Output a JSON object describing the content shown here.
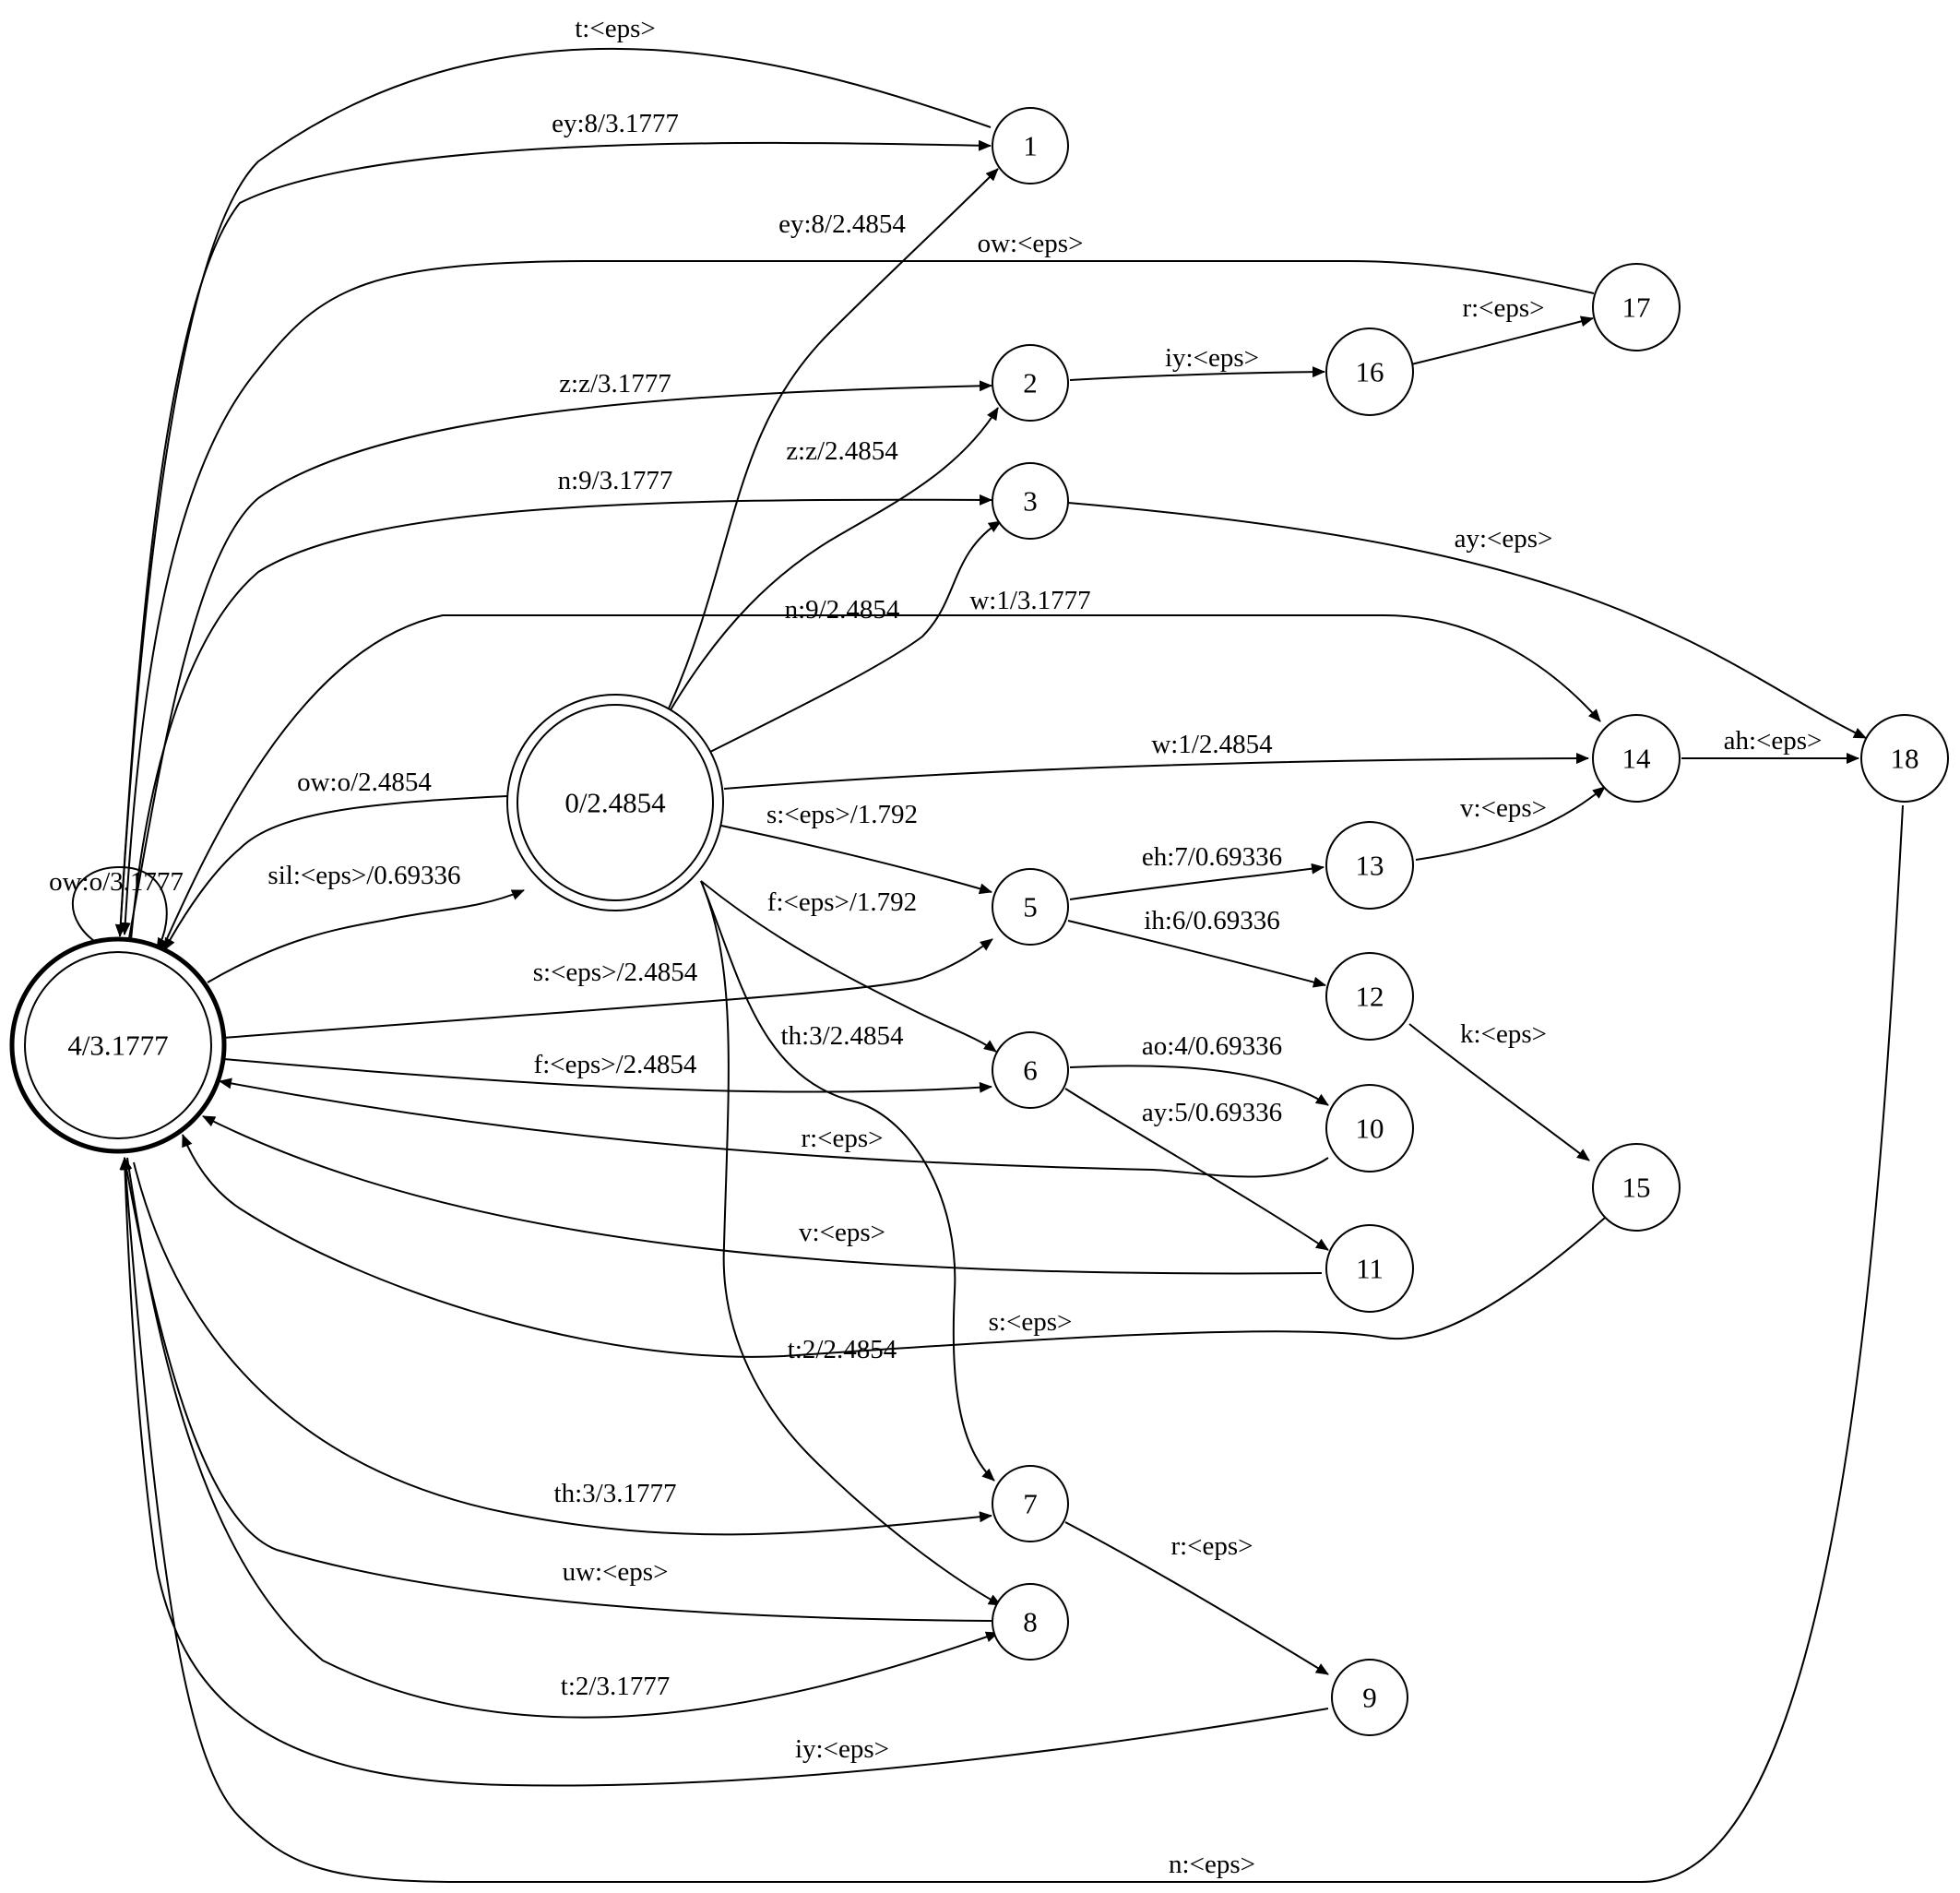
{
  "nodes": [
    {
      "id": "n4",
      "label": "4/3.1777",
      "final": true,
      "start": true
    },
    {
      "id": "n0",
      "label": "0/2.4854",
      "final": true
    },
    {
      "id": "n1",
      "label": "1"
    },
    {
      "id": "n2",
      "label": "2"
    },
    {
      "id": "n3",
      "label": "3"
    },
    {
      "id": "n5",
      "label": "5"
    },
    {
      "id": "n6",
      "label": "6"
    },
    {
      "id": "n7",
      "label": "7"
    },
    {
      "id": "n8",
      "label": "8"
    },
    {
      "id": "n9",
      "label": "9"
    },
    {
      "id": "n10",
      "label": "10"
    },
    {
      "id": "n11",
      "label": "11"
    },
    {
      "id": "n12",
      "label": "12"
    },
    {
      "id": "n13",
      "label": "13"
    },
    {
      "id": "n14",
      "label": "14"
    },
    {
      "id": "n15",
      "label": "15"
    },
    {
      "id": "n16",
      "label": "16"
    },
    {
      "id": "n17",
      "label": "17"
    },
    {
      "id": "n18",
      "label": "18"
    }
  ],
  "edges": [
    {
      "id": "e1_4",
      "from": "n1",
      "to": "n4",
      "label": "t:<eps>"
    },
    {
      "id": "e4_1",
      "from": "n4",
      "to": "n1",
      "label": "ey:8/3.1777"
    },
    {
      "id": "e0_1",
      "from": "n0",
      "to": "n1",
      "label": "ey:8/2.4854"
    },
    {
      "id": "e17_4",
      "from": "n17",
      "to": "n4",
      "label": "ow:<eps>"
    },
    {
      "id": "e16_17",
      "from": "n16",
      "to": "n17",
      "label": "r:<eps>"
    },
    {
      "id": "e2_16",
      "from": "n2",
      "to": "n16",
      "label": "iy:<eps>"
    },
    {
      "id": "e4_2",
      "from": "n4",
      "to": "n2",
      "label": "z:z/3.1777"
    },
    {
      "id": "e0_2",
      "from": "n0",
      "to": "n2",
      "label": "z:z/2.4854"
    },
    {
      "id": "e4_3",
      "from": "n4",
      "to": "n3",
      "label": "n:9/3.1777"
    },
    {
      "id": "e3_18",
      "from": "n3",
      "to": "n18",
      "label": "ay:<eps>"
    },
    {
      "id": "e0_3",
      "from": "n0",
      "to": "n3",
      "label": "n:9/2.4854"
    },
    {
      "id": "e4_14",
      "from": "n4",
      "to": "n14",
      "label": "w:1/3.1777"
    },
    {
      "id": "e0_14",
      "from": "n0",
      "to": "n14",
      "label": "w:1/2.4854"
    },
    {
      "id": "e14_18",
      "from": "n14",
      "to": "n18",
      "label": "ah:<eps>"
    },
    {
      "id": "e13_14",
      "from": "n13",
      "to": "n14",
      "label": "v:<eps>"
    },
    {
      "id": "e0_4",
      "from": "n0",
      "to": "n4",
      "label": "ow:o/2.4854"
    },
    {
      "id": "e0_5",
      "from": "n0",
      "to": "n5",
      "label": "s:<eps>/1.792"
    },
    {
      "id": "e5_13",
      "from": "n5",
      "to": "n13",
      "label": "eh:7/0.69336"
    },
    {
      "id": "e4_4",
      "from": "n4",
      "to": "n4",
      "label": "ow:o/3.1777"
    },
    {
      "id": "e4_0",
      "from": "n4",
      "to": "n0",
      "label": "sil:<eps>/0.69336"
    },
    {
      "id": "e0_6",
      "from": "n0",
      "to": "n6",
      "label": "f:<eps>/1.792"
    },
    {
      "id": "e5_12",
      "from": "n5",
      "to": "n12",
      "label": "ih:6/0.69336"
    },
    {
      "id": "e4_5",
      "from": "n4",
      "to": "n5",
      "label": "s:<eps>/2.4854"
    },
    {
      "id": "e12_15",
      "from": "n12",
      "to": "n15",
      "label": "k:<eps>"
    },
    {
      "id": "e0_7",
      "from": "n0",
      "to": "n7",
      "label": "th:3/2.4854"
    },
    {
      "id": "e6_10",
      "from": "n6",
      "to": "n10",
      "label": "ao:4/0.69336"
    },
    {
      "id": "e4_6",
      "from": "n4",
      "to": "n6",
      "label": "f:<eps>/2.4854"
    },
    {
      "id": "e6_11",
      "from": "n6",
      "to": "n11",
      "label": "ay:5/0.69336"
    },
    {
      "id": "e10_4",
      "from": "n10",
      "to": "n4",
      "label": "r:<eps>"
    },
    {
      "id": "e11_4",
      "from": "n11",
      "to": "n4",
      "label": "v:<eps>"
    },
    {
      "id": "e15_4",
      "from": "n15",
      "to": "n4",
      "label": "s:<eps>"
    },
    {
      "id": "e0_8",
      "from": "n0",
      "to": "n8",
      "label": "t:2/2.4854"
    },
    {
      "id": "e4_7",
      "from": "n4",
      "to": "n7",
      "label": "th:3/3.1777"
    },
    {
      "id": "e7_9",
      "from": "n7",
      "to": "n9",
      "label": "r:<eps>"
    },
    {
      "id": "e8_4",
      "from": "n8",
      "to": "n4",
      "label": "uw:<eps>"
    },
    {
      "id": "e4_8",
      "from": "n4",
      "to": "n8",
      "label": "t:2/3.1777"
    },
    {
      "id": "e9_4",
      "from": "n9",
      "to": "n4",
      "label": "iy:<eps>"
    },
    {
      "id": "e18_4",
      "from": "n18",
      "to": "n4",
      "label": "n:<eps>"
    }
  ]
}
